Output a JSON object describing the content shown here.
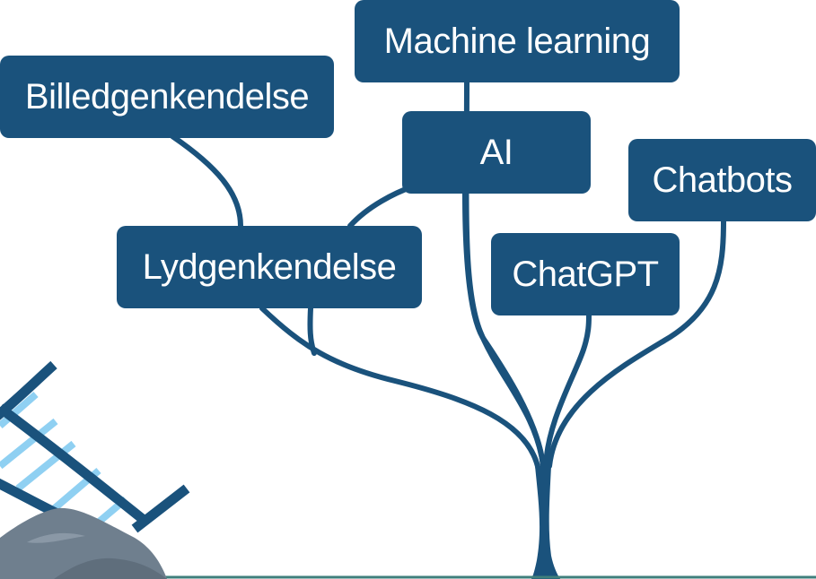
{
  "diagram": {
    "colors": {
      "node_fill": "#1a527c",
      "node_text": "#ffffff",
      "branch": "#1a527c",
      "ladder_frame": "#1a527c",
      "ladder_rungs": "#8fd0f2",
      "rock": "#6f7f8e",
      "ground_line": "#3f7f7c"
    },
    "nodes": {
      "machine_learning": "Machine learning",
      "billedgenkendelse": "Billedgenkendelse",
      "ai": "AI",
      "chatbots": "Chatbots",
      "lydgenkendelse": "Lydgenkendelse",
      "chatgpt": "ChatGPT"
    },
    "connections": [
      [
        "trunk",
        "machine_learning"
      ],
      [
        "trunk",
        "ai"
      ],
      [
        "trunk",
        "chatgpt"
      ],
      [
        "trunk",
        "chatbots"
      ],
      [
        "trunk",
        "lydgenkendelse"
      ],
      [
        "lydgenkendelse",
        "billedgenkendelse"
      ],
      [
        "lydgenkendelse",
        "ai"
      ]
    ],
    "decorations": [
      "tree-trunk",
      "ladder",
      "rock"
    ]
  }
}
